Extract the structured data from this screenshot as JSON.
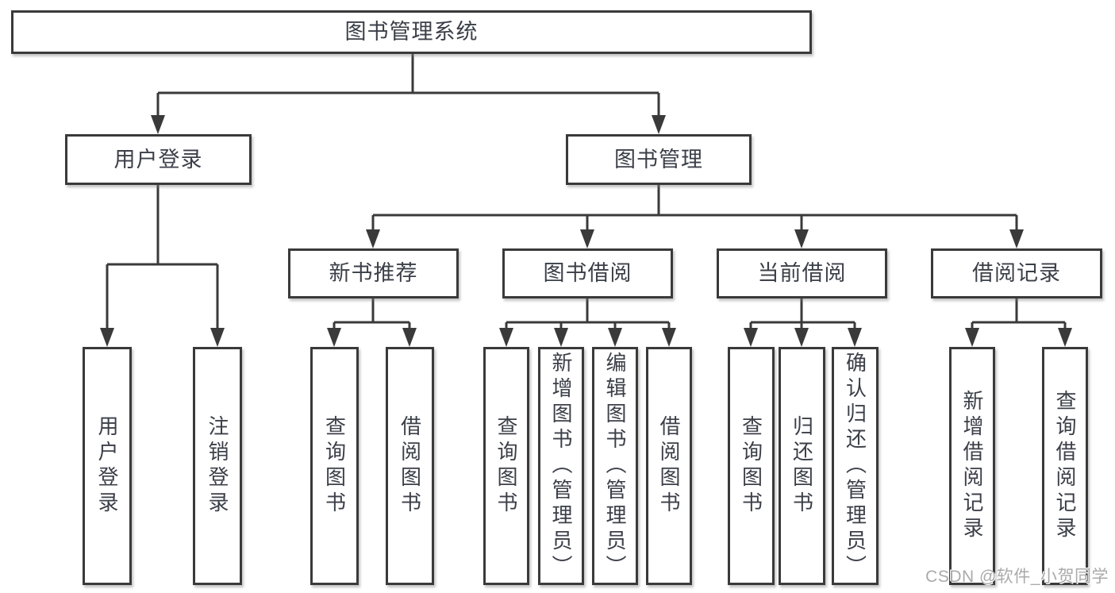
{
  "tree": {
    "root": {
      "label": "图书管理系统"
    },
    "branches": [
      {
        "label": "用户登录",
        "children": [
          {
            "label": "用户登录"
          },
          {
            "label": "注销登录"
          }
        ]
      },
      {
        "label": "图书管理",
        "children": [
          {
            "label": "新书推荐",
            "children": [
              {
                "label": "查询图书"
              },
              {
                "label": "借阅图书"
              }
            ]
          },
          {
            "label": "图书借阅",
            "children": [
              {
                "label": "查询图书"
              },
              {
                "label": "新增图书（管理员）"
              },
              {
                "label": "编辑图书（管理员）"
              },
              {
                "label": "借阅图书"
              }
            ]
          },
          {
            "label": "当前借阅",
            "children": [
              {
                "label": "查询图书"
              },
              {
                "label": "归还图书"
              },
              {
                "label": "确认归还（管理员）"
              }
            ]
          },
          {
            "label": "借阅记录",
            "children": [
              {
                "label": "新增借阅记录"
              },
              {
                "label": "查询借阅记录"
              }
            ]
          }
        ]
      }
    ]
  },
  "watermark": {
    "text": "CSDN @软件_小贺同学"
  },
  "colors": {
    "line": "#3a3a3a",
    "text": "#3b3f48",
    "watermark": "#aaaaaa",
    "box_background": "#ffffff",
    "page_background": "#ffffff"
  }
}
